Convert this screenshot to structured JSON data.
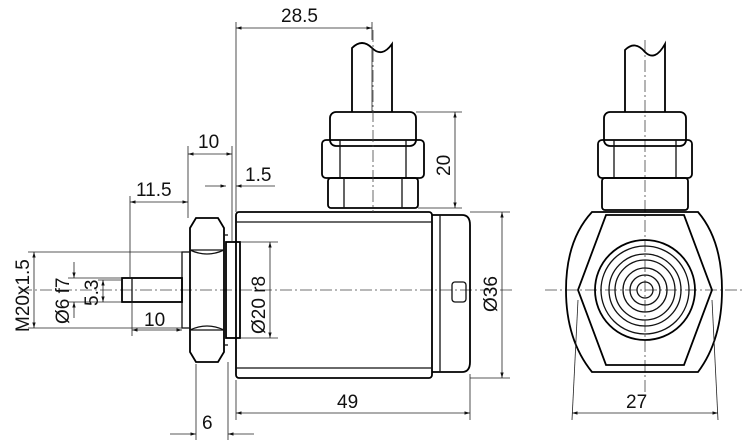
{
  "drawing": {
    "dimensions": {
      "overall_length": "28.5",
      "cable_gland_height": "20",
      "flange_width": "10",
      "gap": "1.5",
      "shaft_length": "11.5",
      "thread": "M20x1.5",
      "shaft_dia": "Ø6 f7",
      "flat": "5.3",
      "shaft_stub": "10",
      "body_dia_small": "Ø20 r8",
      "body_dia": "Ø36",
      "body_length": "49",
      "nut_width": "6",
      "hex_across_flats": "27"
    }
  }
}
